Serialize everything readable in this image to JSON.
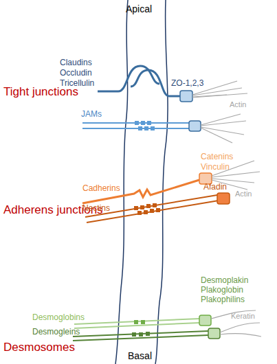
{
  "diagram": {
    "labels": [
      "Apical",
      "Tight junctions",
      "Claudins",
      "Occludin",
      "Tricellulin",
      "ZO-1,2,3",
      "Actin",
      "JAMs",
      "Adherens junctions",
      "Catenins",
      "Vinculin",
      "Actin",
      "Cadherins",
      "Afadin",
      "Nectins",
      "Desmoplakin",
      "Plakoglobin",
      "Plakophilins",
      "Keratin",
      "Desmoglobins",
      "Desmogleins",
      "Desmosomes",
      "Basal"
    ]
  }
}
